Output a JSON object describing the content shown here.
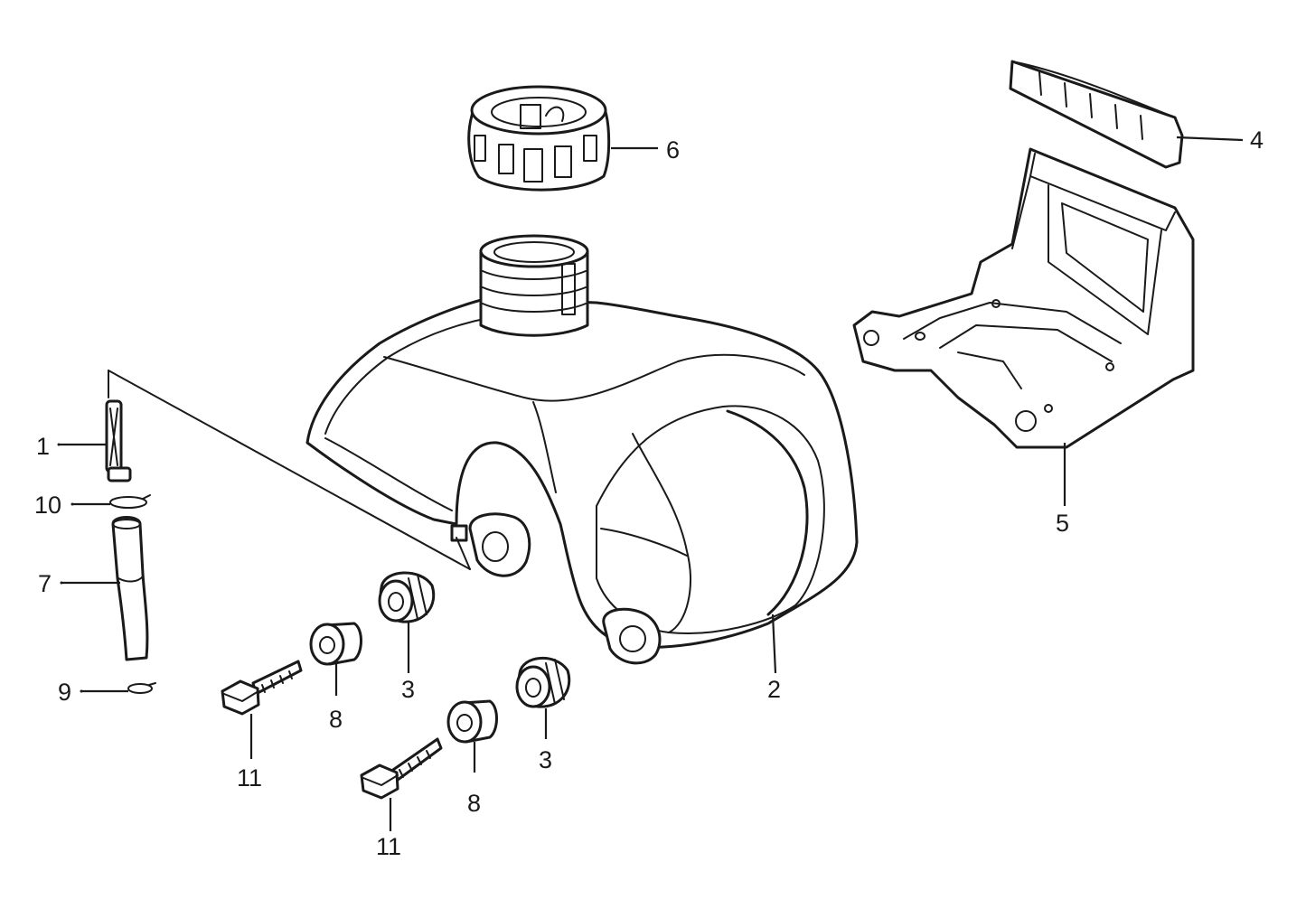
{
  "callouts": {
    "c1": "1",
    "c2": "2",
    "c3a": "3",
    "c3b": "3",
    "c4": "4",
    "c5": "5",
    "c6": "6",
    "c7": "7",
    "c8a": "8",
    "c8b": "8",
    "c9": "9",
    "c10": "10",
    "c11a": "11",
    "c11b": "11"
  },
  "colors": {
    "line": "#1a1a1a",
    "background": "#ffffff"
  }
}
